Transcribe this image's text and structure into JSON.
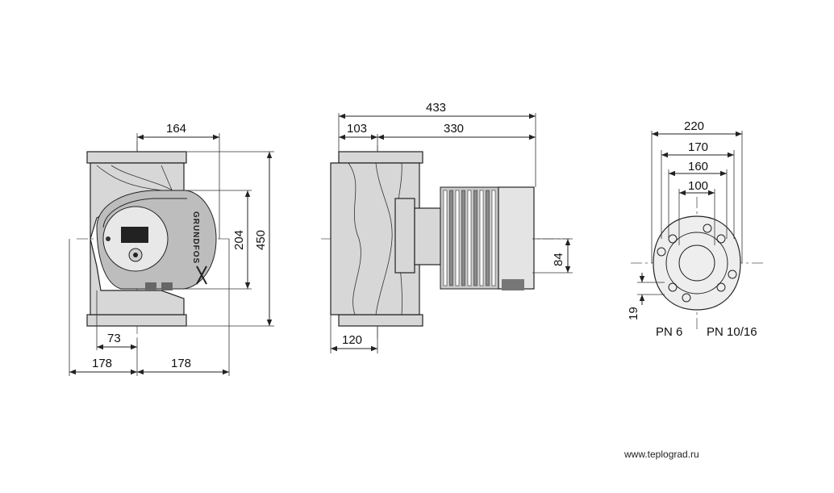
{
  "front_view": {
    "dims": {
      "width_164": "164",
      "height_204": "204",
      "height_450": "450",
      "offset_73": "73",
      "left_178": "178",
      "right_178": "178"
    },
    "brand": "GRUNDFOS"
  },
  "side_view": {
    "dims": {
      "overall_433": "433",
      "left_103": "103",
      "right_330": "330",
      "height_84": "84",
      "bottom_120": "120"
    }
  },
  "flange_view": {
    "dims": {
      "d_220": "220",
      "d_170": "170",
      "d_160": "160",
      "d_100": "100",
      "t_19": "19"
    },
    "labels": {
      "pn6": "PN 6",
      "pn1016": "PN 10/16"
    }
  },
  "watermark": "www.teplograd.ru"
}
